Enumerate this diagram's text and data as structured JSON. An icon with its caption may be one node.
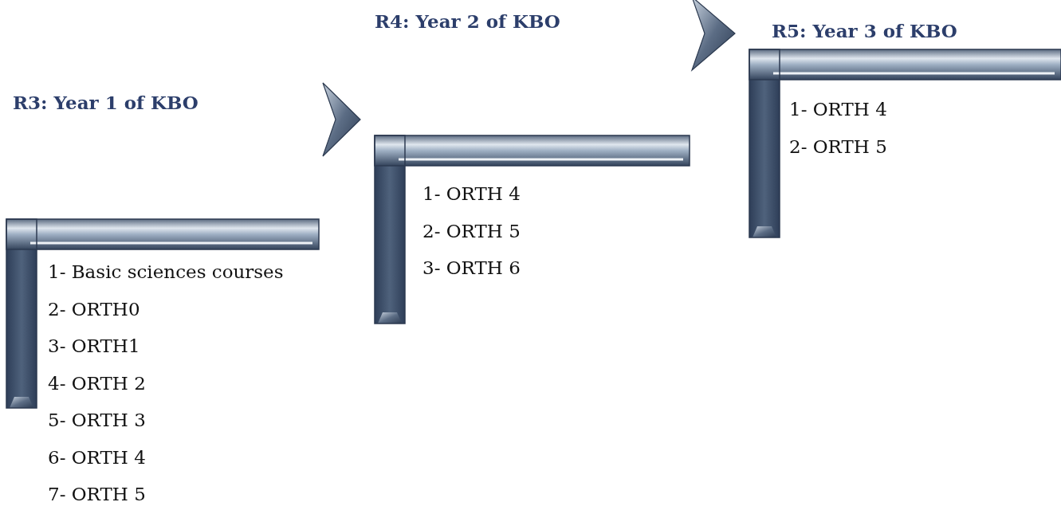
{
  "diagram": {
    "nodes": [
      {
        "text": [
          "R3: Year 1 of KBO",
          "1- Basic sciences courses",
          "2- ORTH0",
          "3- ORTH1",
          "4- ORTH 2",
          "5- ORTH 3",
          "6- ORTH 4",
          "7- ORTH 5"
        ]
      },
      {
        "text": [
          "R4: Year 2 of KBO",
          "1- ORTH 4",
          "2- ORTH 5",
          "3- ORTH 6"
        ]
      },
      {
        "text": [
          "R5: Year 3 of KBO",
          "1- ORTH 4",
          "2- ORTH 5"
        ]
      }
    ],
    "edges": [
      {
        "from": 0,
        "to": 1,
        "arrow": "to"
      },
      {
        "from": 1,
        "to": 2,
        "arrow": "to"
      }
    ]
  }
}
